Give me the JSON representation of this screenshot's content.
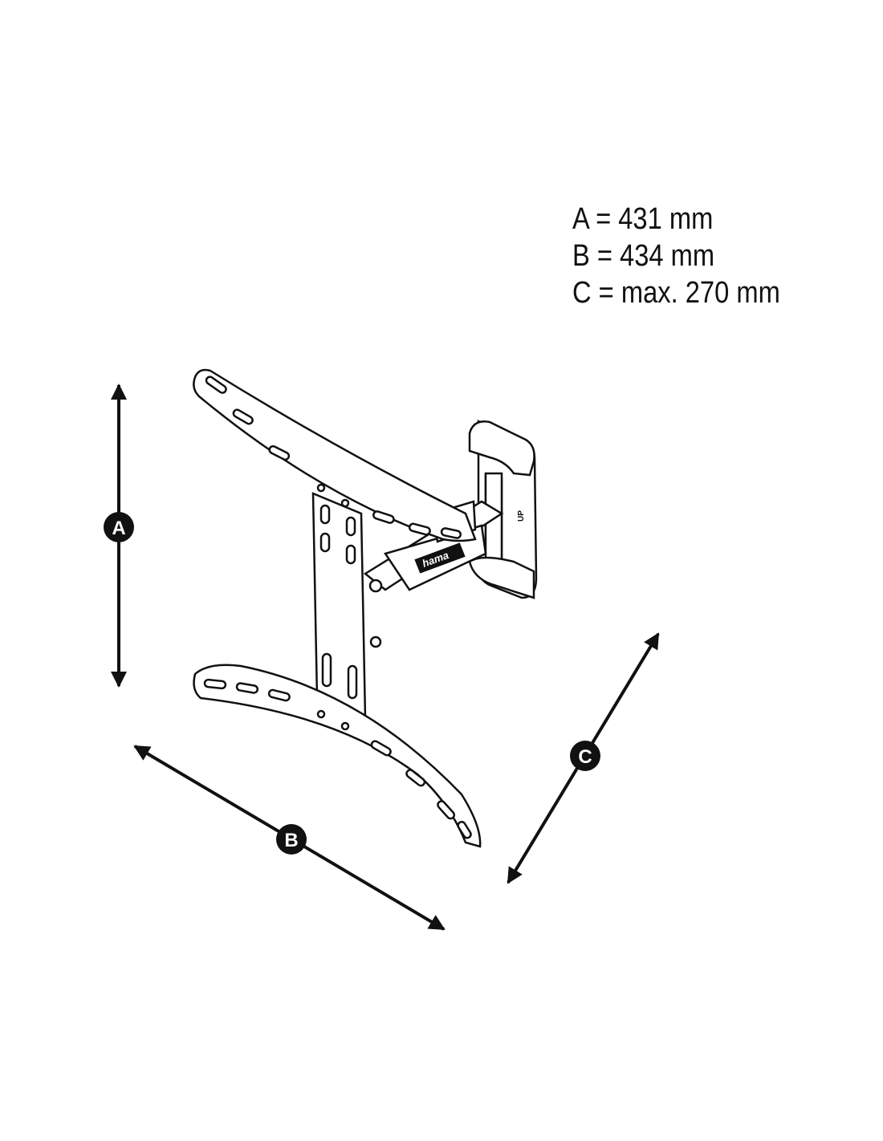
{
  "legend": {
    "line_a": "A = 431 mm",
    "line_b": "B = 434 mm",
    "line_c": "C = max. 270 mm"
  },
  "badges": {
    "a": "A",
    "b": "B",
    "c": "C"
  },
  "bracket": {
    "up_label": "UP",
    "logo": "hama"
  },
  "colors": {
    "ink": "#111111",
    "background": "#ffffff"
  }
}
